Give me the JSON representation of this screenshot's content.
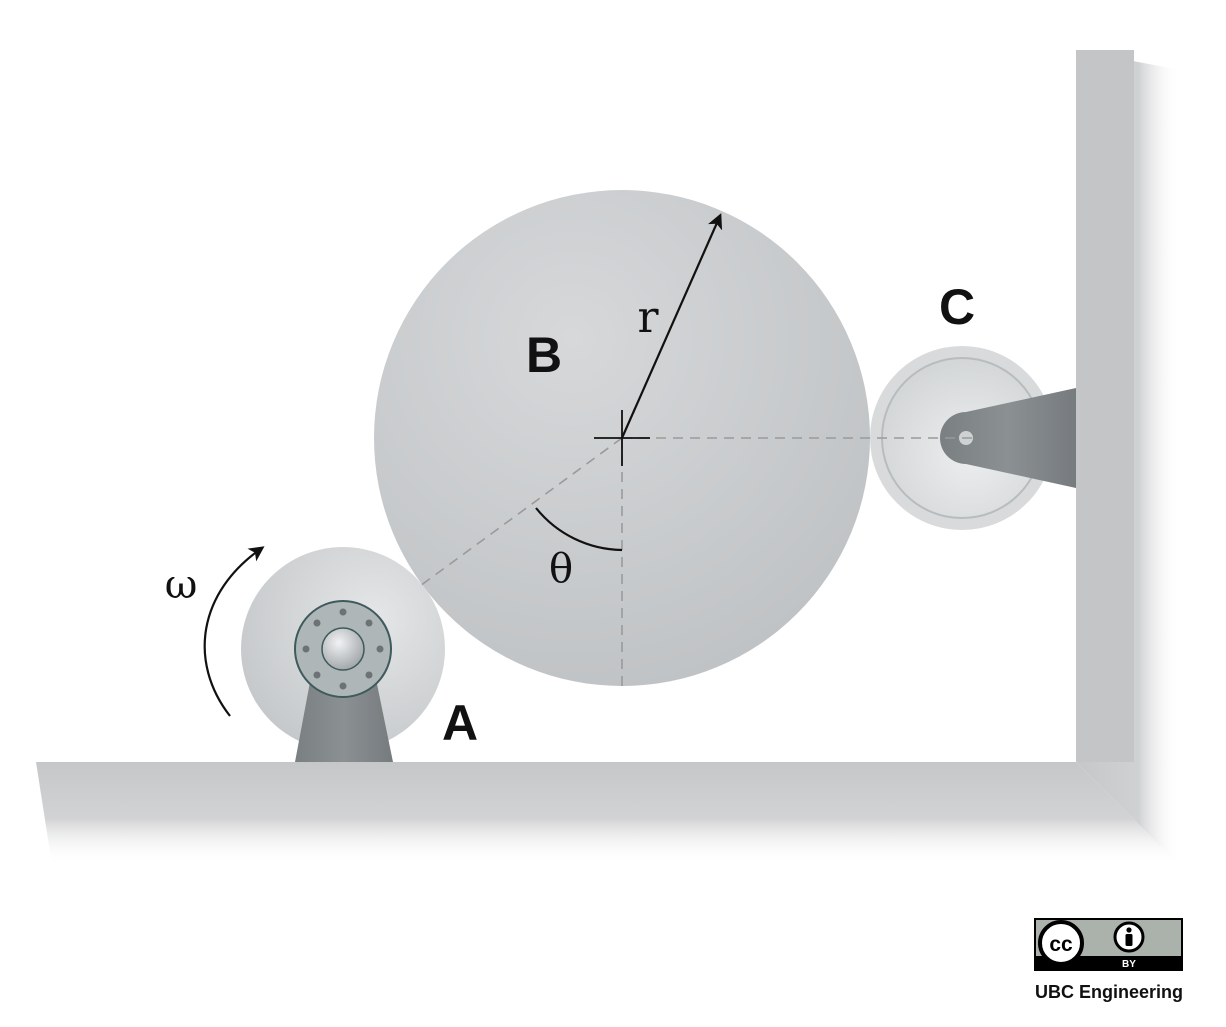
{
  "labels": {
    "disc_a": "A",
    "disc_b": "B",
    "disc_c": "C",
    "radius": "r",
    "angle": "θ",
    "angular_velocity": "ω"
  },
  "license": {
    "cc": "cc",
    "by": "BY",
    "credit": "UBC Engineering"
  },
  "colors": {
    "background": "#ffffff",
    "ground": "#c8c9ca",
    "disc": "#cdd0d2",
    "bracket": "#7f8487",
    "line": "#111111",
    "dash": "#9a9a9a"
  }
}
